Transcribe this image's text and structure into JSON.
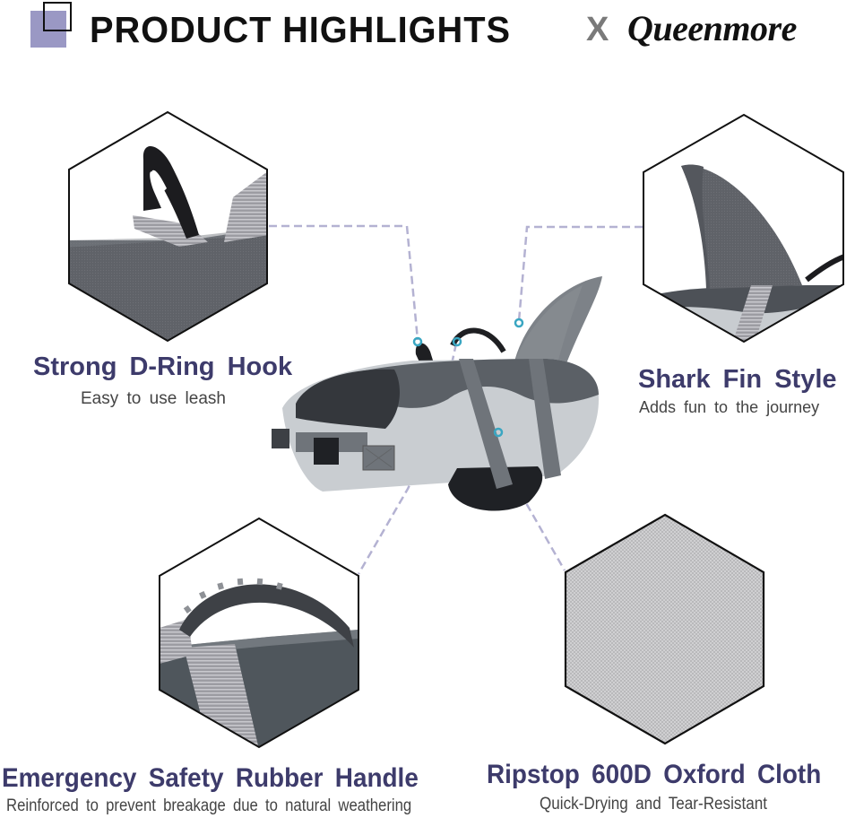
{
  "header": {
    "title_part1": "PRODUCT",
    "title_part2": "HIGHLIGHTS",
    "separator": "X",
    "brand": "Queenmore",
    "brand_icon": "overlapping-squares-icon"
  },
  "colors": {
    "accent_purple": "#9a98c4",
    "feature_title": "#3d3b6b",
    "feature_subtitle": "#444444",
    "connector_line": "#b4b2d2",
    "connector_dot": "#3aa6c2",
    "hex_border": "#111111"
  },
  "features": [
    {
      "id": "d-ring",
      "title": "Strong D-Ring Hook",
      "subtitle": "Easy to use leash",
      "image": "d-ring-hook-closeup"
    },
    {
      "id": "shark-fin",
      "title": "Shark Fin Style",
      "subtitle": "Adds fun to the journey",
      "image": "shark-fin-closeup"
    },
    {
      "id": "rubber-handle",
      "title": "Emergency Safety Rubber Handle",
      "subtitle": "Reinforced to prevent breakage due to natural weathering",
      "image": "rubber-handle-closeup"
    },
    {
      "id": "oxford-cloth",
      "title": "Ripstop 600D Oxford Cloth",
      "subtitle": "Quick-Drying and Tear-Resistant",
      "image": "oxford-cloth-texture"
    }
  ],
  "product": {
    "image": "shark-dog-life-jacket"
  }
}
